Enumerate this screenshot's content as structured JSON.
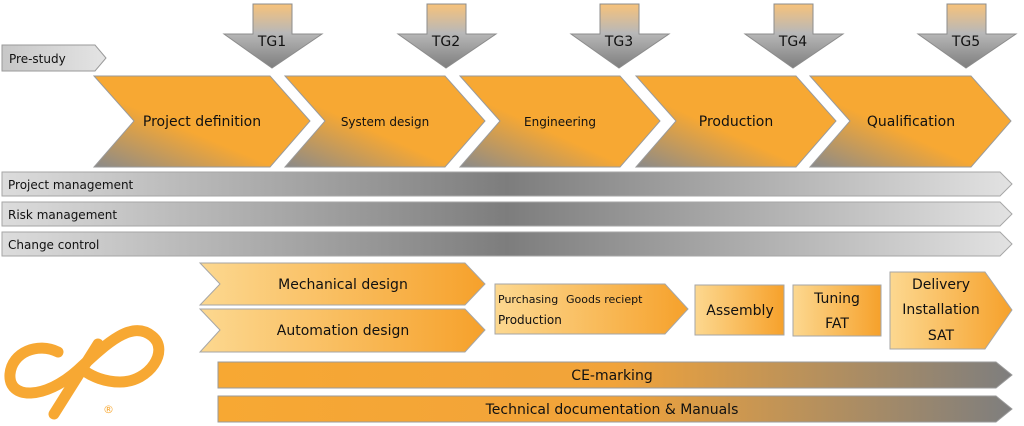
{
  "colors": {
    "orange": "#F7A833",
    "orange_light": "#FCCB73",
    "grey": "#8A8A8A",
    "grey_light": "#D6D6D6",
    "outline": "#8C8C8C"
  },
  "gates": [
    {
      "label": "TG1"
    },
    {
      "label": "TG2"
    },
    {
      "label": "TG3"
    },
    {
      "label": "TG4"
    },
    {
      "label": "TG5"
    }
  ],
  "prestudy": {
    "label": "Pre-study"
  },
  "phases": [
    {
      "label": "Project definition"
    },
    {
      "label": "System design"
    },
    {
      "label": "Engineering"
    },
    {
      "label": "Production"
    },
    {
      "label": "Qualification"
    }
  ],
  "management_bars": [
    {
      "label": "Project management"
    },
    {
      "label": "Risk management"
    },
    {
      "label": "Change control"
    }
  ],
  "activities": {
    "mechanical_design": "Mechanical design",
    "automation_design": "Automation design",
    "purchasing": "Purchasing",
    "goods_receipt": "Goods reciept",
    "production": "Production",
    "assembly": "Assembly",
    "tuning": "Tuning",
    "fat": "FAT",
    "delivery": "Delivery",
    "installation": "Installation",
    "sat": "SAT"
  },
  "bottom_bars": {
    "ce_marking": "CE-marking",
    "tech_docs": "Technical documentation & Manuals"
  },
  "logo": {
    "icon": "infinity-logo-icon",
    "registered": "®"
  }
}
